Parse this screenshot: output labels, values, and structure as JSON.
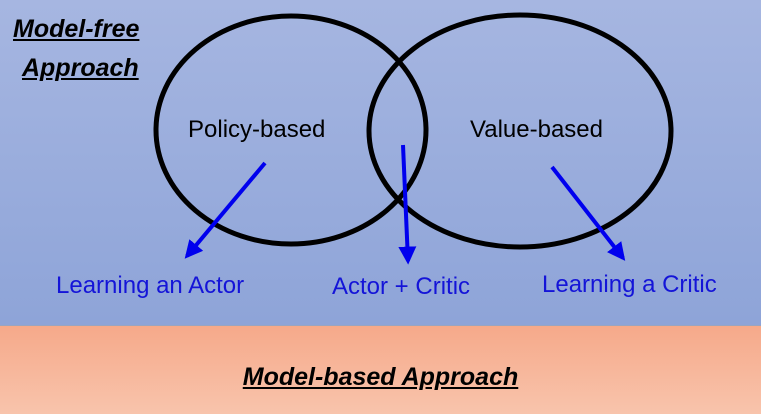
{
  "model_free": {
    "line1": "Model-free",
    "line2": "Approach"
  },
  "circles": {
    "left_label": "Policy-based",
    "right_label": "Value-based"
  },
  "outcomes": {
    "left": "Learning an Actor",
    "middle": "Actor + Critic",
    "right": "Learning a Critic"
  },
  "model_based": {
    "label": "Model-based Approach"
  },
  "colors": {
    "arrow": "#0000ee",
    "outcome_text": "#1414d8",
    "circle_stroke": "#000000"
  }
}
